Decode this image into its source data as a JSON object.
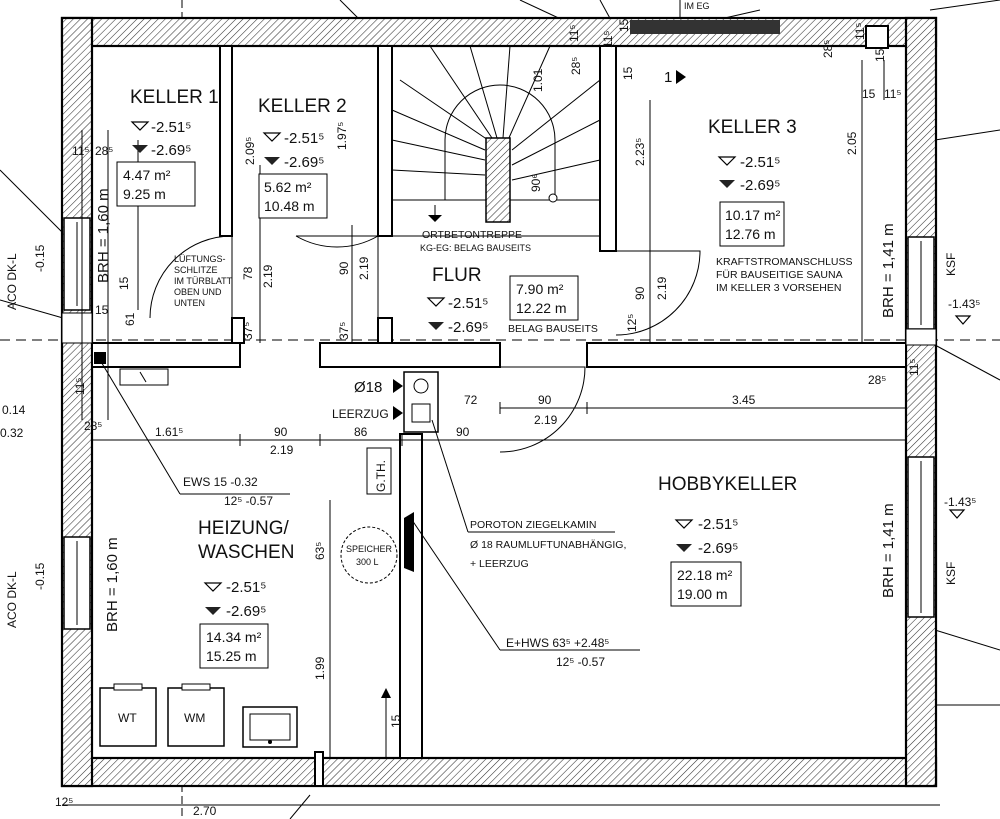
{
  "rooms": {
    "keller1": {
      "name": "KELLER 1",
      "level_top": "-2.51⁵",
      "level_bottom": "-2.69⁵",
      "area": "4.47 m²",
      "perimeter": "9.25 m"
    },
    "keller2": {
      "name": "KELLER 2",
      "level_top": "-2.51⁵",
      "level_bottom": "-2.69⁵",
      "area": "5.62 m²",
      "perimeter": "10.48 m"
    },
    "keller3": {
      "name": "KELLER 3",
      "level_top": "-2.51⁵",
      "level_bottom": "-2.69⁵",
      "area": "10.17 m²",
      "perimeter": "12.76 m"
    },
    "flur": {
      "name": "FLUR",
      "level_top": "-2.51⁵",
      "level_bottom": "-2.69⁵",
      "area": "7.90 m²",
      "perimeter": "12.22 m"
    },
    "heizung": {
      "name_line1": "HEIZUNG/",
      "name_line2": "WASCHEN",
      "level_top": "-2.51⁵",
      "level_bottom": "-2.69⁵",
      "area": "14.34 m²",
      "perimeter": "15.25 m"
    },
    "hobby": {
      "name": "HOBBYKELLER",
      "level_top": "-2.51⁵",
      "level_bottom": "-2.69⁵",
      "area": "22.18 m²",
      "perimeter": "19.00 m"
    }
  },
  "notes": {
    "stair_line1": "ORTBETONTREPPE",
    "stair_line2": "KG-EG: BELAG BAUSEITS",
    "flur_belag": "BELAG BAUSEITS",
    "sauna_line1": "KRAFTSTROMANSCHLUSS",
    "sauna_line2": "FÜR BAUSEITIGE SAUNA",
    "sauna_line3": "IM KELLER 3 VORSEHEN",
    "vent_line1": "LÜFTUNGS-",
    "vent_line2": "SCHLITZE",
    "vent_line3": "IM TÜRBLATT",
    "vent_line4": "OBEN UND",
    "vent_line5": "UNTEN",
    "chimney_line1": "POROTON ZIEGELKAMIN",
    "chimney_line2": "Ø 18 RAUMLUFTUNABHÄNGIG,",
    "chimney_line3": "+ LEERZUG",
    "ews_line1": "EWS  15   -0.32",
    "ews_line2": "12⁵   -0.57",
    "ehws_line1": "E+HWS 63⁵     +2.48⁵",
    "ehws_line2": "12⁵    -0.57",
    "im_eg": "IM EG",
    "d18": "Ø18",
    "leerzug": "LEERZUG",
    "gth": "G.TH.",
    "speicher_line1": "SPEICHER",
    "speicher_line2": "300 L",
    "wt": "WT",
    "wm": "WM",
    "aco_top": "ACO  DK-L",
    "aco_top_level": "-0.15",
    "aco_bottom": "ACO  DK-L",
    "aco_bottom_level": "-0.15",
    "ksf_top": "KSF",
    "ksf_bottom": "KSF",
    "ksf_level_top": "-1.43⁵",
    "ksf_level_bottom": "-1.43⁵",
    "edge_014": "0.14",
    "edge_032": "0.32",
    "stair_mark": "1"
  },
  "brh": {
    "keller1": "BRH = 1,60 m",
    "heizung": "BRH = 1,60 m",
    "keller3": "BRH = 1,41 m",
    "hobby": "BRH = 1,41 m"
  },
  "dims": {
    "d115a": "11⁵",
    "d285a": "28⁵",
    "d15a": "15",
    "d61": "61",
    "d15b": "15",
    "d2095": "2.09⁵",
    "d1975": "1.97⁵",
    "d78": "78",
    "d219a": "2.19",
    "d375a": "37⁵",
    "d90a": "90",
    "d219b": "2.19",
    "d375b": "37⁵",
    "d101": "1.01",
    "d285b": "28⁵",
    "d115b": "11⁵",
    "d906": "90⁶",
    "d15c": "15",
    "d2235": "2.23⁵",
    "d90b": "90",
    "d219c": "2.19",
    "d125": "12⁵",
    "d205": "2.05",
    "d15d": "15",
    "d115c": "11⁵",
    "d285c": "28⁵",
    "d115d": "11⁵",
    "d15e": "15",
    "d285d": "28⁵",
    "d115e": "11⁵",
    "d115f": "11⁵",
    "d285e": "28⁵",
    "d1615": "1.61⁵",
    "d90c": "90",
    "d219d": "2.19",
    "d86": "86",
    "d72": "72",
    "d90d": "90",
    "d219e": "2.19",
    "d90e": "90",
    "d345": "3.45",
    "d635": "63⁵",
    "d199": "1.99",
    "d15f": "15",
    "d270": "2.70",
    "d125b": "12⁵",
    "d15g": "15",
    "d115g": "11⁵"
  }
}
